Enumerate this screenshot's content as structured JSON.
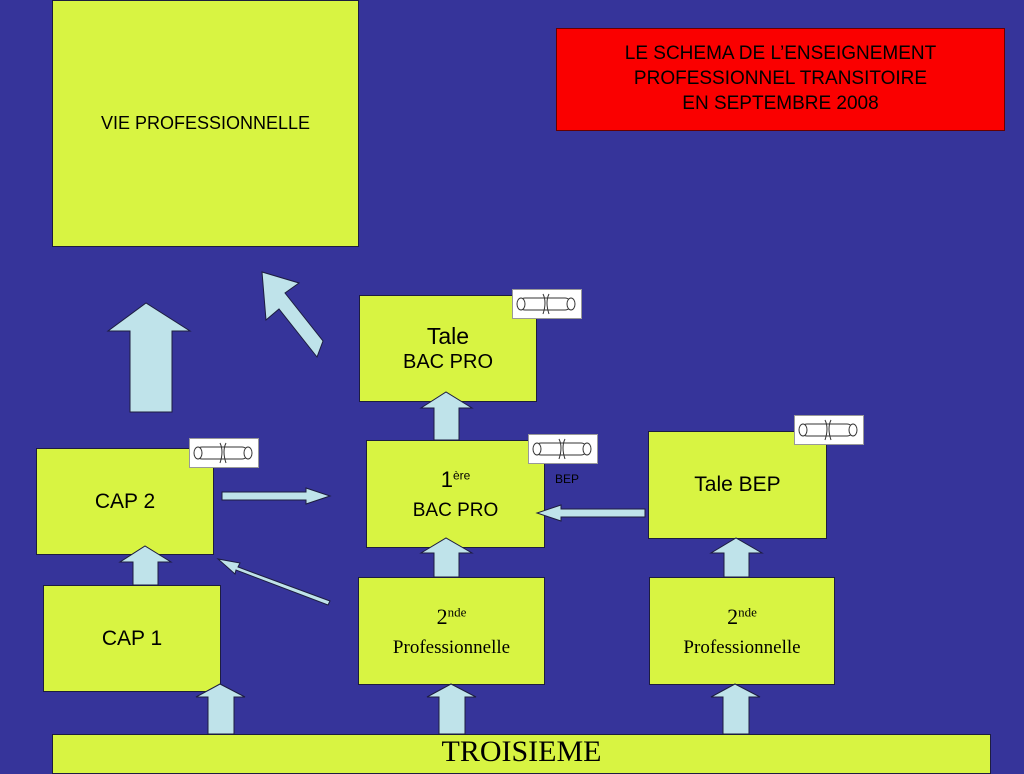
{
  "title": {
    "line1": "LE SCHEMA DE L’ENSEIGNEMENT",
    "line2": "PROFESSIONNEL TRANSITOIRE",
    "line3": "EN SEPTEMBRE 2008"
  },
  "boxes": {
    "vie_professionnelle": "VIE PROFESSIONNELLE",
    "tale_bac_pro": {
      "line1": "Tale",
      "line2": "BAC PRO"
    },
    "premiere_bac_pro": {
      "num": "1",
      "sup": "ère",
      "line2": "BAC PRO"
    },
    "tale_bep": "Tale BEP",
    "cap2": "CAP 2",
    "cap1": "CAP 1",
    "seconde_pro_left": {
      "num": "2",
      "sup": "nde",
      "line2": "Professionnelle"
    },
    "seconde_pro_right": {
      "num": "2",
      "sup": "nde",
      "line2": "Professionnelle"
    },
    "troisieme": "TROISIEME"
  },
  "labels": {
    "bep": "BEP"
  },
  "icons": [
    "diploma-scroll-icon"
  ],
  "colors": {
    "background": "#36349a",
    "box": "#d8f442",
    "title_box": "#fa0000",
    "arrow": "#bfe3ea"
  }
}
